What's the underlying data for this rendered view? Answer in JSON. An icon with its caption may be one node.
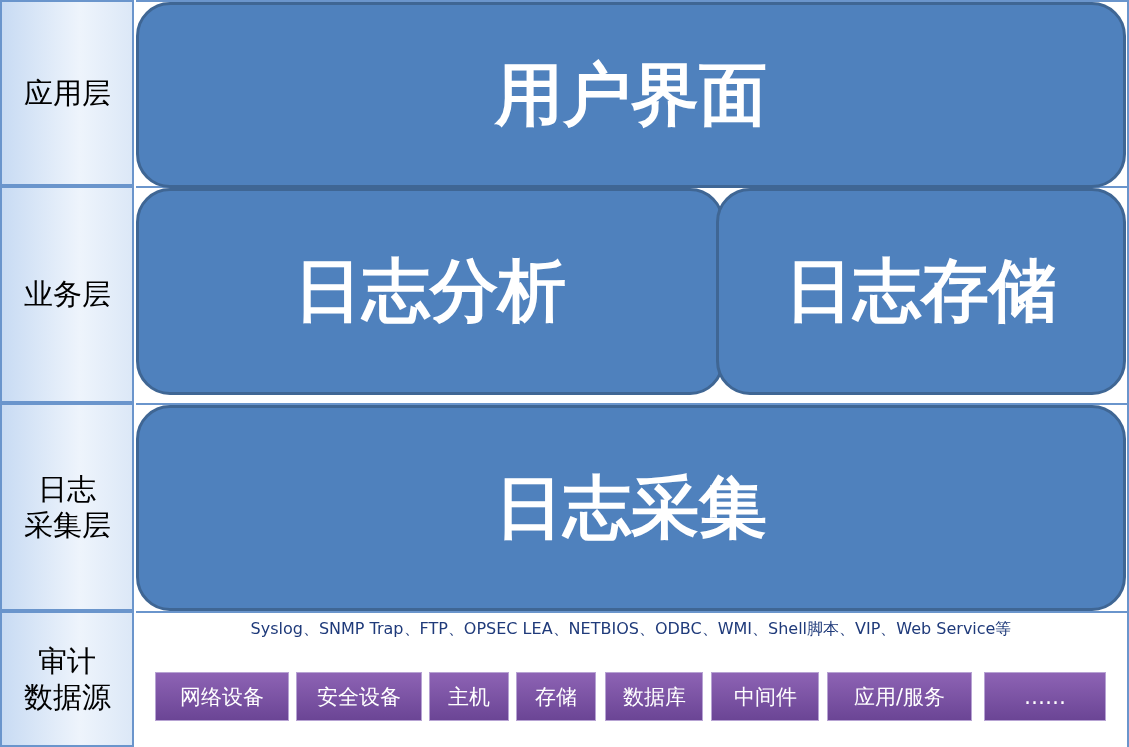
{
  "diagram": {
    "nodes": [
      {
        "text": [
          "应用层"
        ]
      },
      {
        "text": [
          "用户界面"
        ]
      },
      {
        "text": [
          "业务层"
        ]
      },
      {
        "text": [
          "日志分析"
        ]
      },
      {
        "text": [
          "日志存储"
        ]
      },
      {
        "text": [
          "日志",
          "采集层"
        ]
      },
      {
        "text": [
          "日志采集"
        ]
      },
      {
        "text": [
          "审计",
          "数据源"
        ]
      },
      {
        "text": [
          "网络设备"
        ]
      },
      {
        "text": [
          "安全设备"
        ]
      },
      {
        "text": [
          "主机"
        ]
      },
      {
        "text": [
          "存储"
        ]
      },
      {
        "text": [
          "数据库"
        ]
      },
      {
        "text": [
          "中间件"
        ]
      },
      {
        "text": [
          "应用/服务"
        ]
      },
      {
        "text": [
          "……"
        ]
      }
    ],
    "labels": [
      "Syslog、SNMP Trap、FTP、OPSEC LEA、NETBIOS、ODBC、WMI、Shell脚本、VIP、Web Service等"
    ]
  }
}
